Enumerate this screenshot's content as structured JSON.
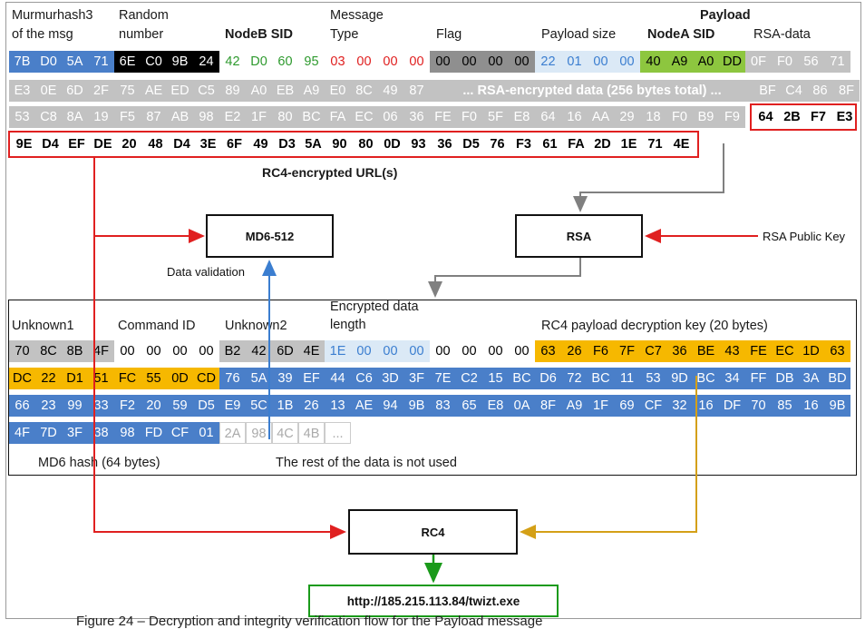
{
  "colors": {
    "blue": "#4a7fc9",
    "black": "#000000",
    "gray_light": "#c2c2c2",
    "gray_mid": "#a9a9a9",
    "gray_dark": "#8f8f8f",
    "pale_blue": "#dbe9f6",
    "green": "#8dc63f",
    "orange": "#f4b183",
    "gold": "#f6b800",
    "red": "#e02020",
    "arrow_blue": "#3b7ed0",
    "arrow_gold": "#d4a017",
    "arrow_green": "#1a9a1a"
  },
  "header": {
    "murmur1": "Murmurhash3",
    "murmur2": "of the msg",
    "random1": "Random",
    "random2": "number",
    "nodeb": "NodeB SID",
    "msgtype1": "Message",
    "msgtype2": "Type",
    "flag": "Flag",
    "payload_size": "Payload size",
    "payload": "Payload",
    "nodea": "NodeA SID",
    "rsa_data": "RSA-data"
  },
  "top_rows": {
    "row1": [
      "7B",
      "D0",
      "5A",
      "71",
      "6E",
      "C0",
      "9B",
      "24",
      "42",
      "D0",
      "60",
      "95",
      "03",
      "00",
      "00",
      "00",
      "00",
      "00",
      "00",
      "00",
      "22",
      "01",
      "00",
      "00",
      "40",
      "A9",
      "A0",
      "DD",
      "0F",
      "F0",
      "56",
      "71"
    ],
    "row2_left": [
      "E3",
      "0E",
      "6D",
      "2F",
      "75",
      "AE",
      "ED",
      "C5",
      "89",
      "A0",
      "EB",
      "A9",
      "E0",
      "8C",
      "49",
      "87"
    ],
    "row2_mid": "... RSA-encrypted data (256 bytes total) ...",
    "row2_right": [
      "BF",
      "C4",
      "86",
      "8F"
    ],
    "row3": [
      "53",
      "C8",
      "8A",
      "19",
      "F5",
      "87",
      "AB",
      "98",
      "E2",
      "1F",
      "80",
      "BC",
      "FA",
      "EC",
      "06",
      "36",
      "FE",
      "F0",
      "5F",
      "E8",
      "64",
      "16",
      "AA",
      "29",
      "18",
      "F0",
      "B9",
      "F9"
    ],
    "row3_red": [
      "64",
      "2B",
      "F7",
      "E3"
    ],
    "row4": [
      "9E",
      "D4",
      "EF",
      "DE",
      "20",
      "48",
      "D4",
      "3E",
      "6F",
      "49",
      "D3",
      "5A",
      "90",
      "80",
      "0D",
      "93",
      "36",
      "D5",
      "76",
      "F3",
      "61",
      "FA",
      "2D",
      "1E",
      "71",
      "4E"
    ]
  },
  "rc4_url_label": "RC4-encrypted URL(s)",
  "boxes": {
    "md6": "MD6-512",
    "rsa": "RSA",
    "rc4": "RC4"
  },
  "data_validation": "Data validation",
  "rsa_public_key": "RSA Public Key",
  "lower_header": {
    "unknown1": "Unknown1",
    "command_id": "Command ID",
    "unknown2": "Unknown2",
    "enc_len1": "Encrypted data",
    "enc_len2": "length",
    "rc4_key": "RC4 payload decryption key (20 bytes)"
  },
  "lower_rows": {
    "row1": [
      "70",
      "8C",
      "8B",
      "4F",
      "00",
      "00",
      "00",
      "00",
      "B2",
      "42",
      "6D",
      "4E",
      "1E",
      "00",
      "00",
      "00",
      "00",
      "00",
      "00",
      "00",
      "63",
      "26",
      "F6",
      "7F",
      "C7",
      "36",
      "BE",
      "43",
      "FE",
      "EC",
      "1D",
      "63"
    ],
    "row2": [
      "DC",
      "22",
      "D1",
      "51",
      "FC",
      "55",
      "0D",
      "CD",
      "76",
      "5A",
      "39",
      "EF",
      "44",
      "C6",
      "3D",
      "3F",
      "7E",
      "C2",
      "15",
      "BC",
      "D6",
      "72",
      "BC",
      "11",
      "53",
      "9D",
      "BC",
      "34",
      "FF",
      "DB",
      "3A",
      "BD"
    ],
    "row3": [
      "66",
      "23",
      "99",
      "33",
      "F2",
      "20",
      "59",
      "D5",
      "E9",
      "5C",
      "1B",
      "26",
      "13",
      "AE",
      "94",
      "9B",
      "83",
      "65",
      "E8",
      "0A",
      "8F",
      "A9",
      "1F",
      "69",
      "CF",
      "32",
      "16",
      "DF",
      "70",
      "85",
      "16",
      "9B"
    ],
    "row4": [
      "4F",
      "7D",
      "3F",
      "38",
      "98",
      "FD",
      "CF",
      "01",
      "2A",
      "98",
      "4C",
      "4B",
      "..."
    ]
  },
  "md6_hash": "MD6 hash (64 bytes)",
  "rest_unused": "The rest of the data is not used",
  "url": "http://185.215.113.84/twizt.exe",
  "caption": "Figure 24 – Decryption and integrity verification flow for the Payload message"
}
